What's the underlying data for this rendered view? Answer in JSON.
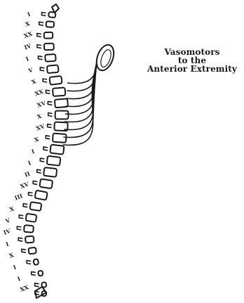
{
  "caption": {
    "line1": "Vasomotors",
    "line2": "to the",
    "line3": "Anterior Extremity"
  },
  "vertebra_labels": [
    "I",
    "X",
    "XX",
    "IV",
    "I",
    "V",
    "X",
    "XX",
    "XV",
    "X",
    "XV",
    "X",
    "I",
    "I",
    "II",
    "XV",
    "III",
    "X",
    "V",
    "IV",
    "I",
    "X",
    "I",
    "I",
    "XX"
  ],
  "colors": {
    "ink": "#1a1a1a",
    "background": "#ffffff"
  }
}
